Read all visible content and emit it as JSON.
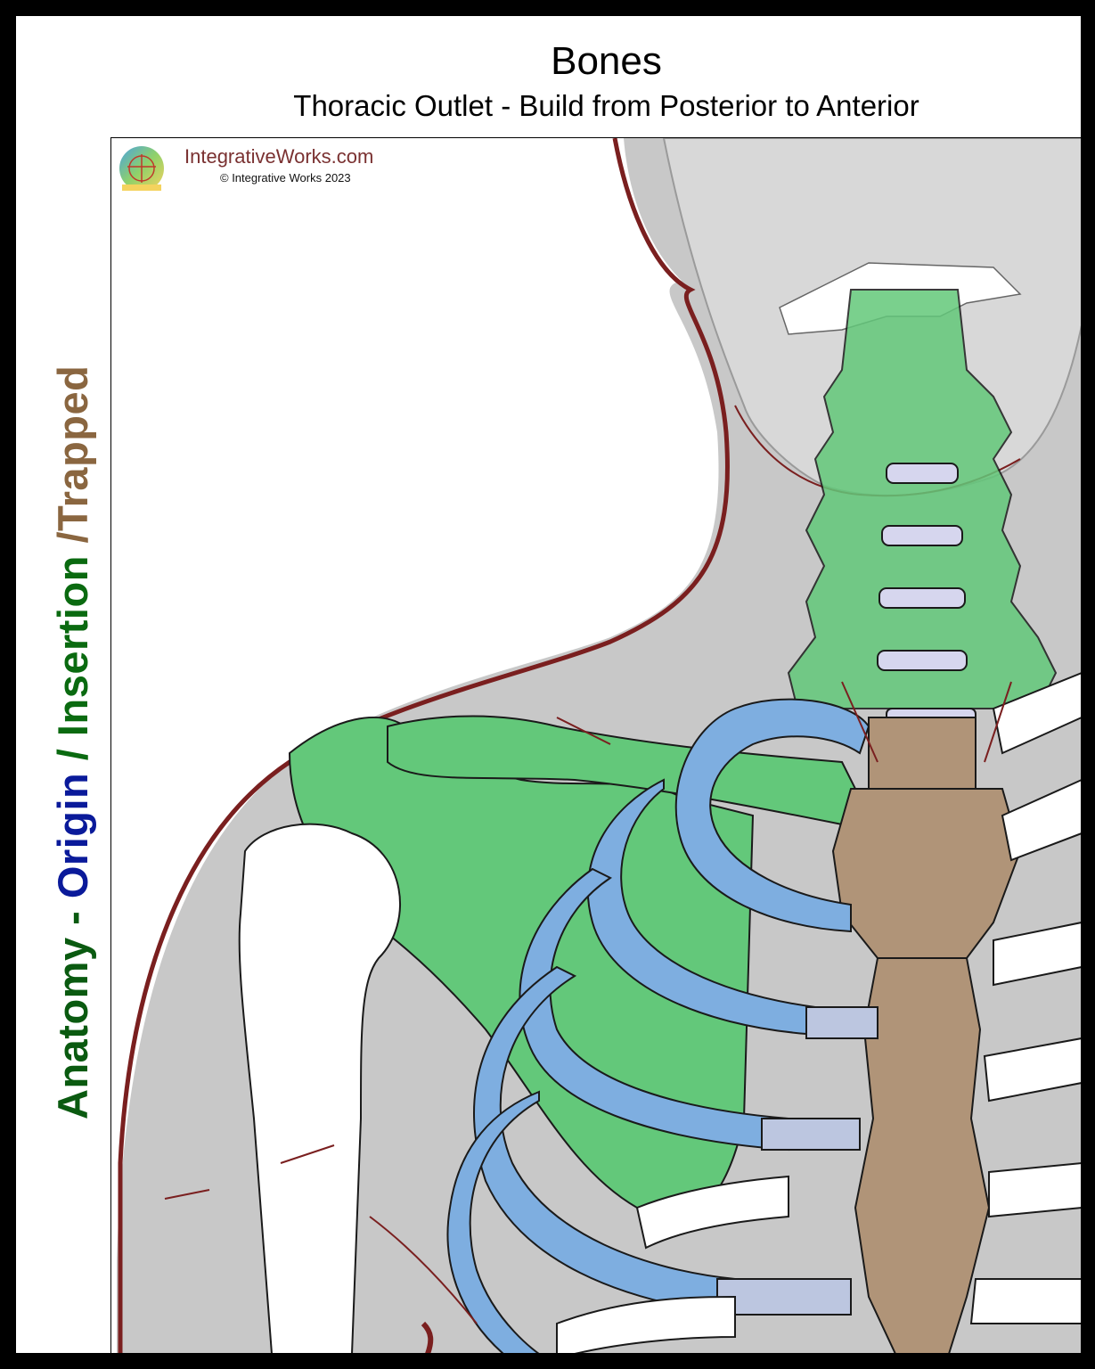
{
  "header": {
    "title": "Bones",
    "subtitle": "Thoracic Outlet - Build from Posterior to Anterior"
  },
  "side_title": {
    "part1": "Anatomy - ",
    "part2": "Origin",
    "part3": " / ",
    "part4": "Insertion",
    "part5": " /Trapped",
    "colors": {
      "anatomy": "#0a5a10",
      "origin": "#0a1a9a",
      "insertion": "#0a6a10",
      "trapped": "#8a6640"
    }
  },
  "branding": {
    "site": "IntegrativeWorks.com",
    "copyright": "© Integrative Works 2023",
    "logo_text": "IntegrativeWorks.com"
  },
  "colors": {
    "skin": "#c8c8c8",
    "outline": "#7a1f1f",
    "scapula_green": "#63c87a",
    "first_rib_blue": "#7eaee0",
    "rib_cartilage": "#bcc6e0",
    "sternum": "#b09478",
    "disc": "#d6d6ee",
    "bone_white": "#ffffff"
  }
}
